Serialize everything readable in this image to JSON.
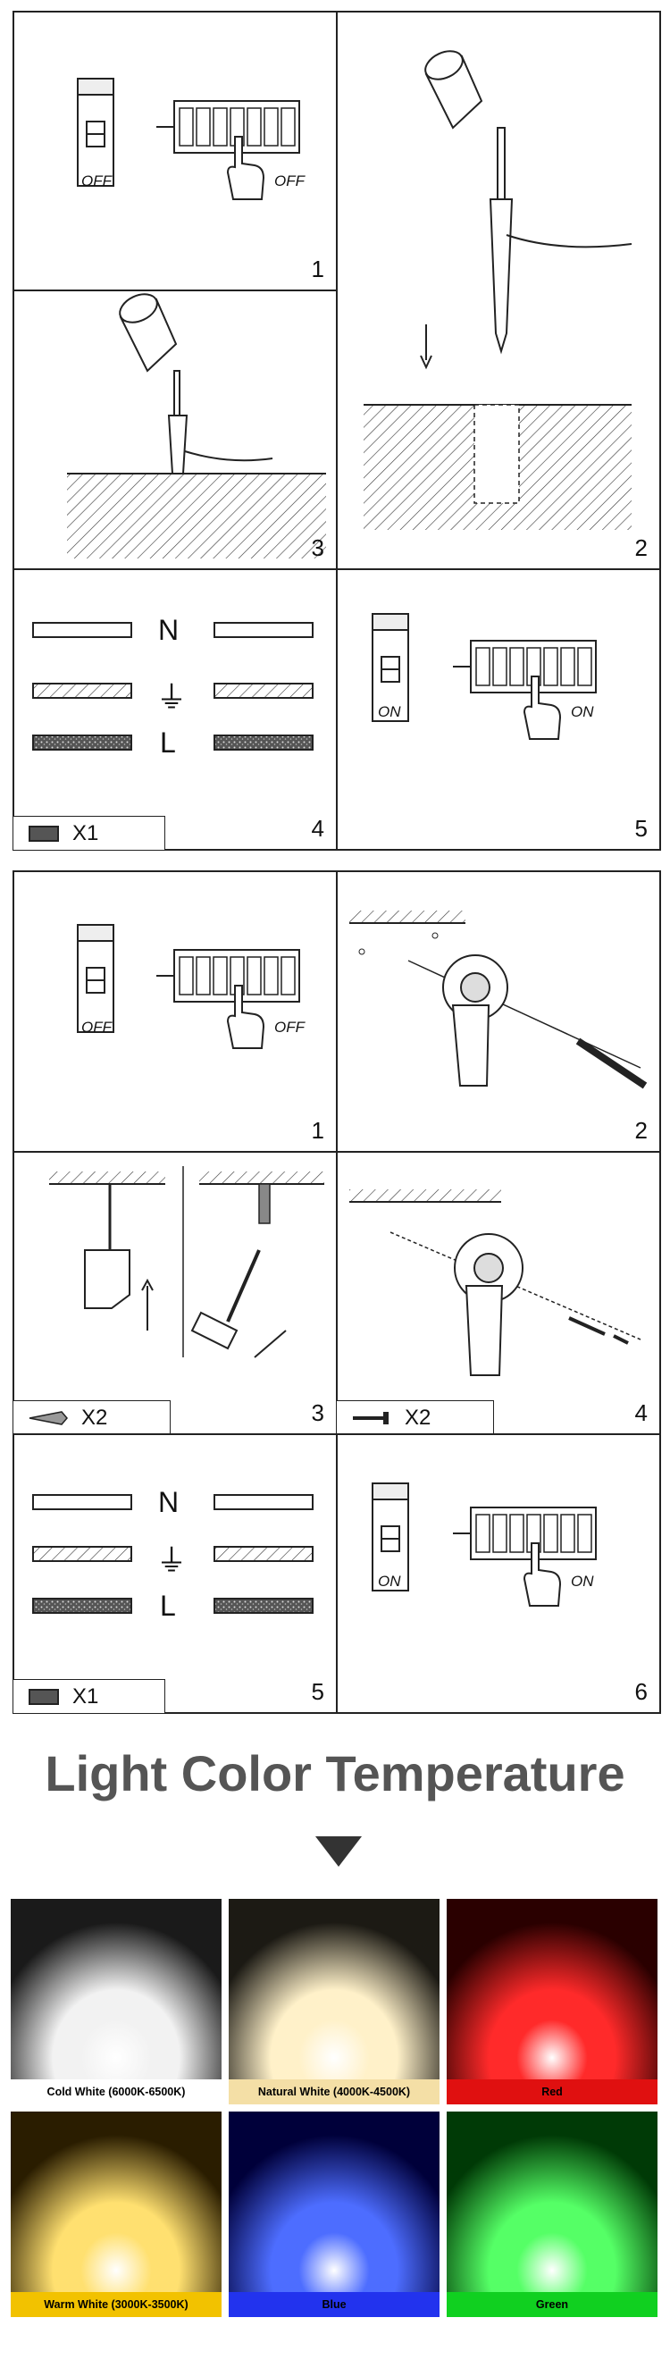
{
  "manual": {
    "panel_a": {
      "step1": {
        "number": "1",
        "switch_label": "OFF",
        "hand_label": "OFF"
      },
      "step2": {
        "number": "2"
      },
      "step3": {
        "number": "3"
      },
      "step4": {
        "number": "4",
        "wire_n": "N",
        "wire_l": "L",
        "ground_symbol": "⏚",
        "count": "X1"
      },
      "step5": {
        "number": "5",
        "switch_label": "ON",
        "hand_label": "ON"
      }
    },
    "panel_b": {
      "step1": {
        "number": "1",
        "switch_label": "OFF",
        "hand_label": "OFF"
      },
      "step2": {
        "number": "2"
      },
      "step3": {
        "number": "3",
        "count": "X2"
      },
      "step4": {
        "number": "4",
        "count": "X2"
      },
      "step5": {
        "number": "5",
        "wire_n": "N",
        "wire_l": "L",
        "ground_symbol": "⏚",
        "count": "X1"
      },
      "step6": {
        "number": "6",
        "switch_label": "ON",
        "hand_label": "ON"
      }
    }
  },
  "color_section": {
    "title": "Light Color Temperature",
    "swatches": [
      {
        "label": "Cold White (6000K-6500K)",
        "color": "#f2f2f2",
        "edge": "#1a1a1a",
        "label_bg": "#ffffff",
        "label_fg": "#000000"
      },
      {
        "label": "Natural White (4000K-4500K)",
        "color": "#fff1c9",
        "edge": "#1c1a14",
        "label_bg": "#f4dfa6",
        "label_fg": "#000000"
      },
      {
        "label": "Red",
        "color": "#ff2a2a",
        "edge": "#2a0000",
        "label_bg": "#e01010",
        "label_fg": "#000000"
      },
      {
        "label": "Warm White (3000K-3500K)",
        "color": "#ffe070",
        "edge": "#2a1d00",
        "label_bg": "#f2c200",
        "label_fg": "#000000"
      },
      {
        "label": "Blue",
        "color": "#4d6dff",
        "edge": "#00003a",
        "label_bg": "#2233ee",
        "label_fg": "#000000"
      },
      {
        "label": "Green",
        "color": "#55ff66",
        "edge": "#003a06",
        "label_bg": "#10d020",
        "label_fg": "#000000"
      }
    ]
  }
}
